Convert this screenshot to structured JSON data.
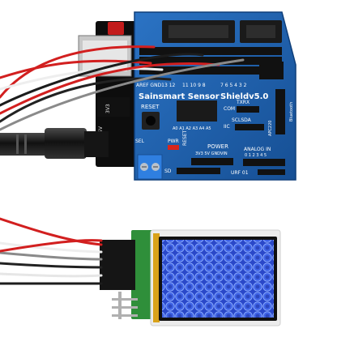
{
  "shield": {
    "brand": "Sainsmart Sensor",
    "version": "Shieldv5.0",
    "reset_label": "RESET",
    "power_label": "POWER",
    "power_pins": "3V3 5V GNDVIN",
    "analog_label": "ANALOG IN",
    "analog_pins": "0 1 2 3 4 5",
    "digital_top_left": "AREF GND13 12",
    "digital_top_mid": "11 10 9 8",
    "digital_top_right": "7 6 5 4 3 2",
    "digital_side": "A0 A1 A2 A3 A4 A5",
    "iic_label": "IIC",
    "sclsda_label": "SCLSDA",
    "com_label": "COM",
    "txrx_label": "TXRX",
    "sel_label": "SEL",
    "pwr_label": "PWR",
    "sd_label": "SD",
    "urf_label": "URF 01",
    "bluetooth_label": "Bluetooth",
    "rs232_label": "APC220"
  },
  "arduino": {
    "label_5v": "5V",
    "label_3v3": "3V3"
  },
  "colors": {
    "pcb_blue": "#1f5fa8",
    "pcb_dark": "#0f3f7a",
    "header_black": "#1a1a1a",
    "wire_red": "#d21f1f",
    "wire_black": "#222222",
    "wire_white": "#e6e6e6",
    "wire_gray": "#8a8a8a",
    "lcd_blue": "#1f3fc0",
    "lcd_pcb_green": "#2f8f3a"
  }
}
